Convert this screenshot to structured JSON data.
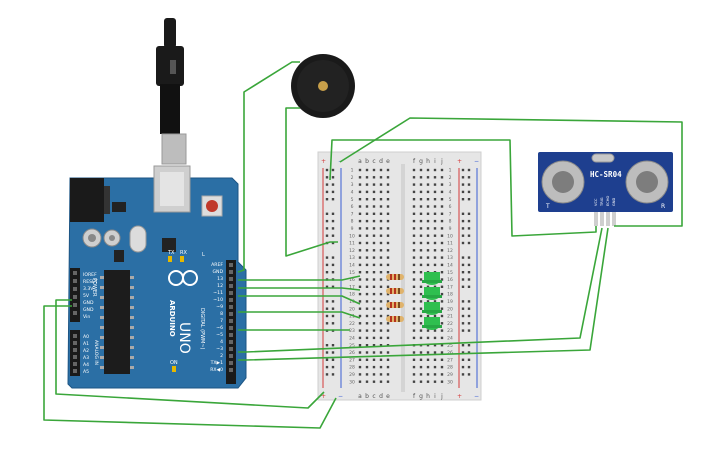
{
  "arduino": {
    "brand": "ARDUINO",
    "model": "UNO",
    "digital_label": "DIGITAL (PWM~)",
    "power_label": "POWER",
    "analog_label": "ANALOG IN",
    "tx": "TX",
    "rx": "RX",
    "on": "ON",
    "l": "L",
    "right_pins": [
      "AREF",
      "GND",
      "13",
      "12",
      "~11",
      "~10",
      "~9",
      "8",
      "7",
      "~6",
      "~5",
      "4",
      "~3",
      "2",
      "TX▶1",
      "RX◀0"
    ],
    "power_pins": [
      "IOREF",
      "RESET",
      "3.3V",
      "5V",
      "GND",
      "GND",
      "Vin"
    ],
    "analog_pins": [
      "A0",
      "A1",
      "A2",
      "A3",
      "A4",
      "A5"
    ]
  },
  "breadboard": {
    "cols_left": [
      "a",
      "b",
      "c",
      "d",
      "e"
    ],
    "cols_right": [
      "f",
      "g",
      "h",
      "i",
      "j"
    ],
    "rows": [
      "1",
      "2",
      "3",
      "4",
      "5",
      "6",
      "7",
      "8",
      "9",
      "10",
      "11",
      "12",
      "13",
      "14",
      "15",
      "16",
      "17",
      "18",
      "19",
      "20",
      "21",
      "22",
      "23",
      "24",
      "25",
      "26",
      "27",
      "28",
      "29",
      "30"
    ],
    "plus": "+",
    "minus": "−"
  },
  "sensor": {
    "name": "HC-SR04",
    "t": "T",
    "r": "R",
    "pins": [
      "VCC",
      "TRIG",
      "ECHO",
      "GND"
    ]
  },
  "colors": {
    "wire": "#3aa63a",
    "board": "#2a6fa3",
    "led": "#2fbf4f",
    "sensor": "#1e3f8f"
  }
}
